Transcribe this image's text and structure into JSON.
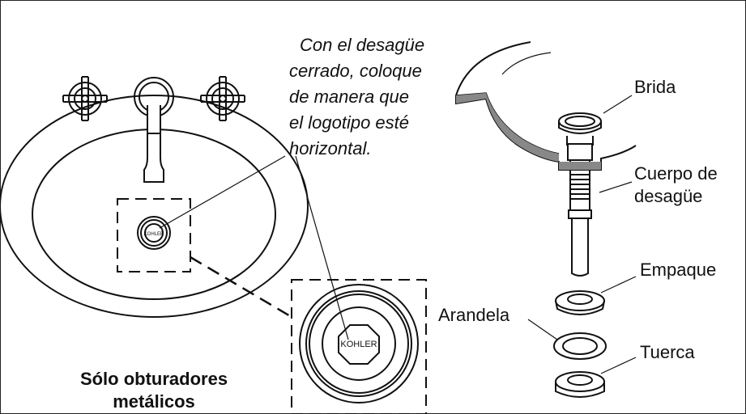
{
  "instruction_note": {
    "lines": [
      "Con el desagüe",
      "cerrado, coloque",
      "de manera que",
      "el logotipo esté",
      "horizontal."
    ]
  },
  "caption": {
    "lines": [
      "Sólo obturadores",
      "metálicos"
    ]
  },
  "part_labels": {
    "flange": "Brida",
    "drain_body": [
      "Cuerpo de",
      "desagüe"
    ],
    "gasket": "Empaque",
    "washer": "Arandela",
    "nut": "Tuerca"
  },
  "logo_text": {
    "small": "KOHLER",
    "large": "KOHLER"
  }
}
